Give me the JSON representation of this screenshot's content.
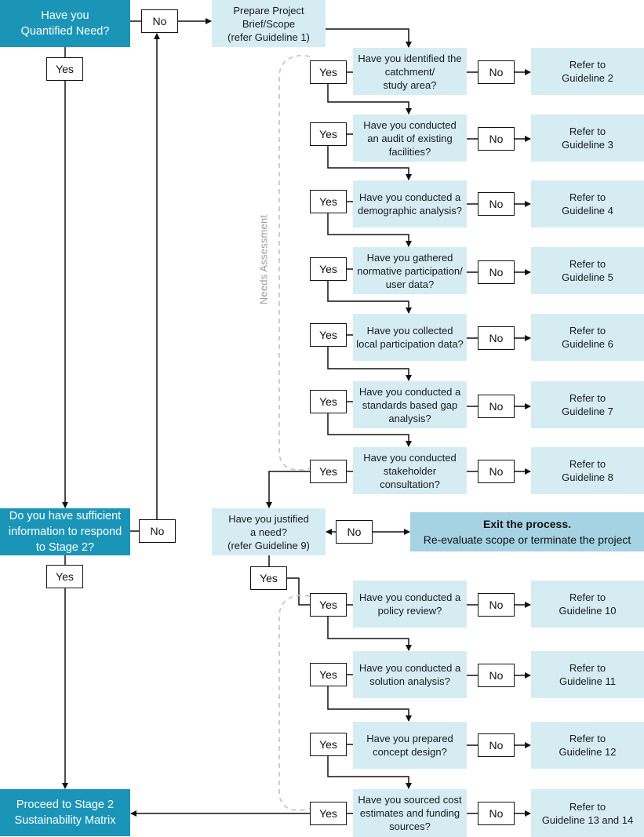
{
  "top": {
    "quantified_need": "Have you\nQuantified Need?",
    "prepare_brief": "Prepare Project\nBrief/Scope\n(refer Guideline 1)"
  },
  "needs_assessment": {
    "label": "Needs Assessment",
    "questions": [
      {
        "q": "Have you identified the\ncatchment/\nstudy area?",
        "ref": "Refer to\nGuideline 2"
      },
      {
        "q": "Have you conducted\nan audit of existing\nfacilities?",
        "ref": "Refer to\nGuideline 3"
      },
      {
        "q": "Have you conducted a\ndemographic analysis?",
        "ref": "Refer to\nGuideline 4"
      },
      {
        "q": "Have you gathered\nnormative participation/\nuser data?",
        "ref": "Refer to\nGuideline 5"
      },
      {
        "q": "Have you collected\nlocal participation data?",
        "ref": "Refer to\nGuideline 6"
      },
      {
        "q": "Have you conducted a\nstandards based gap\nanalysis?",
        "ref": "Refer to\nGuideline 7"
      },
      {
        "q": "Have you conducted\nstakeholder\nconsultation?",
        "ref": "Refer to\nGuideline 8"
      }
    ]
  },
  "justify": {
    "question": "Have you justified\na need?\n(refer Guideline 9)",
    "exit_title": "Exit the process.",
    "exit_text": "Re-evaluate scope or terminate the project"
  },
  "sufficient_info": "Do you have sufficient\ninformation to respond\nto Stage 2?",
  "proceed": "Proceed to Stage 2\nSustainability Matrix",
  "second_block": {
    "questions": [
      {
        "q": "Have you conducted a\npolicy review?",
        "ref": "Refer to\nGuideline 10"
      },
      {
        "q": "Have you conducted a\nsolution analysis?",
        "ref": "Refer to\nGuideline 11"
      },
      {
        "q": "Have you prepared\nconcept design?",
        "ref": "Refer to\nGuideline 12"
      },
      {
        "q": "Have you sourced cost\nestimates and funding\nsources?",
        "ref": "Refer to\nGuideline 13 and 14"
      }
    ]
  },
  "labels": {
    "yes": "Yes",
    "no": "No"
  },
  "colors": {
    "primary": "#1a95b8",
    "light": "#d6ecf3",
    "exit": "#a6d3e3",
    "dashed": "#c8c8c8",
    "line": "#111111"
  }
}
